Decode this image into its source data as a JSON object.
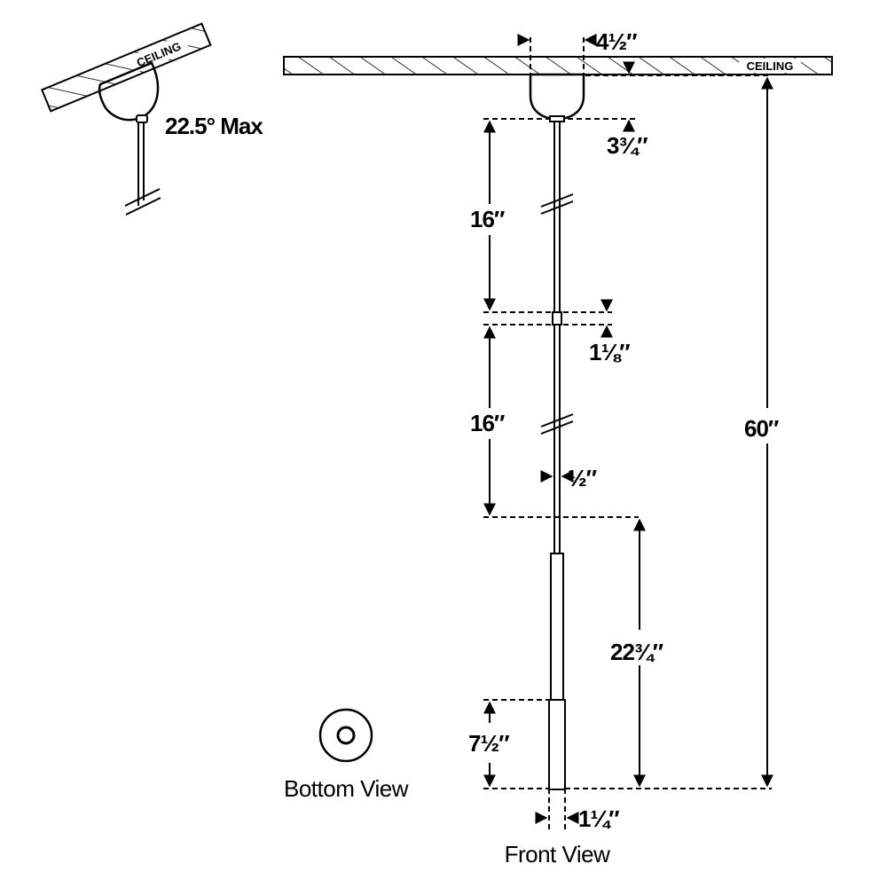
{
  "tilted_view": {
    "ceiling_label": "CEILING",
    "angle_label": "22.5° Max"
  },
  "front_view": {
    "ceiling_label": "CEILING",
    "title": "Front View",
    "dimensions": {
      "canopy_width": "4½″",
      "canopy_height": "3¾″",
      "stem_upper": "16″",
      "coupler": "1⅛″",
      "stem_lower": "16″",
      "stem_diameter": "½″",
      "body_length": "22¾″",
      "shade_length": "7½″",
      "shade_diameter": "1¼″",
      "overall_height": "60″"
    }
  },
  "bottom_view": {
    "title": "Bottom View"
  },
  "colors": {
    "line": "#000000",
    "background": "#ffffff"
  }
}
